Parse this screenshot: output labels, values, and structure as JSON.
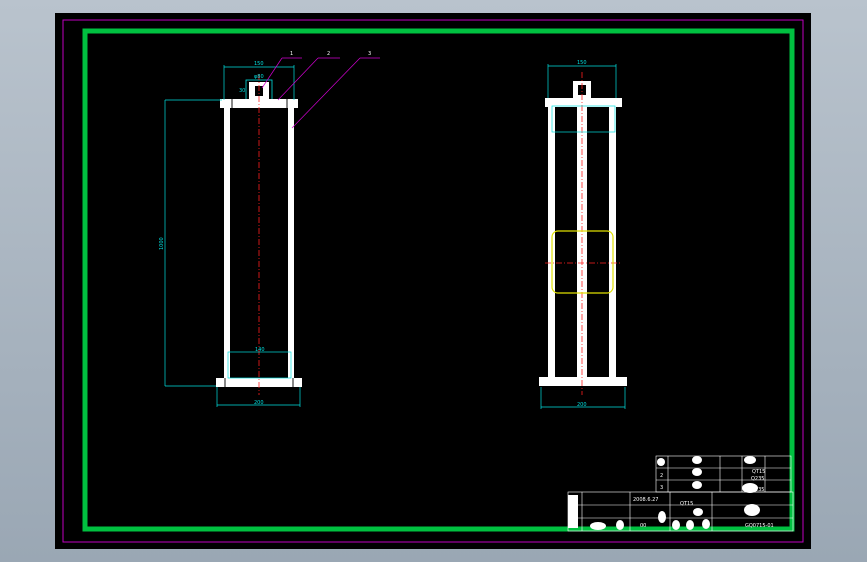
{
  "colors": {
    "sheet": "#000000",
    "outer_frame": "#c000c0",
    "border": "#00c040",
    "geometry": "#ffffff",
    "dimension": "#00e0e0",
    "centerline": "#ff2020",
    "leader": "#d000d0",
    "highlight": "#e0e000"
  },
  "front_view": {
    "dims": {
      "top_width": "150",
      "top_inner": "φ80",
      "top_small": "30",
      "height": "1000",
      "base_inner": "140",
      "base_width": "200"
    },
    "balloons": [
      "1",
      "2",
      "3"
    ]
  },
  "side_view": {
    "dims": {
      "top_width": "150",
      "base_width": "200"
    }
  },
  "title_block": {
    "parts": [
      {
        "no": "1",
        "name": "QT15"
      },
      {
        "no": "2",
        "name": "Q235"
      },
      {
        "no": "3",
        "name": "Q235"
      }
    ],
    "date": "2008.6.27",
    "material": "QT15",
    "scale": "00",
    "drawing_no": "GQ0715-01"
  }
}
